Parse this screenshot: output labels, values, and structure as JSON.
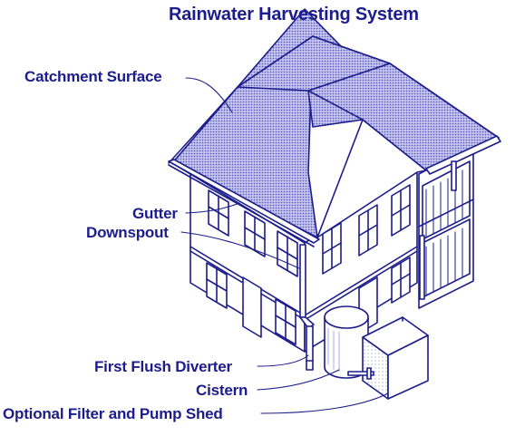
{
  "title": "Rainwater Harvesting System",
  "labels": {
    "catchment_surface": "Catchment Surface",
    "gutter": "Gutter",
    "downspout": "Downspout",
    "first_flush_diverter": "First Flush Diverter",
    "cistern": "Cistern",
    "optional_filter_pump_shed": "Optional Filter and Pump Shed"
  },
  "colors": {
    "ink": "#1c1c8c",
    "roof_fill": "#7a7ad2",
    "background": "#ffffff"
  }
}
